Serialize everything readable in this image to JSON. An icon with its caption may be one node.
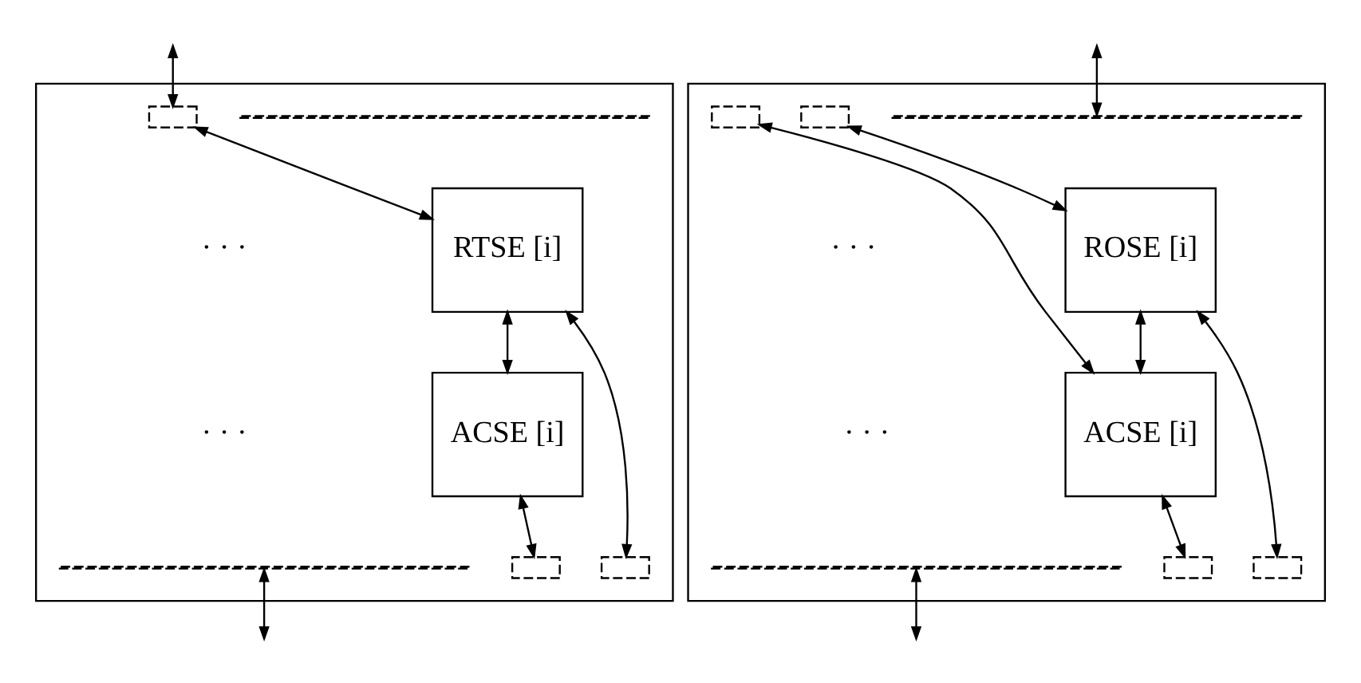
{
  "diagram": {
    "nodes": [
      {
        "text": [],
        "shape": "box"
      },
      {
        "text": [],
        "shape": "bar",
        "in": 0
      },
      {
        "text": [],
        "shape": "box",
        "in": 0
      },
      {
        "text": [
          "RTSE [i]"
        ],
        "in": 0
      },
      {
        "text": [
          "ACSE [i]"
        ],
        "in": 0
      },
      {
        "text": [],
        "shape": "bar",
        "in": 0
      },
      {
        "text": [],
        "shape": "box",
        "in": 0
      },
      {
        "text": [],
        "shape": "box",
        "in": 0
      },
      {
        "text": [],
        "shape": "box"
      },
      {
        "text": [],
        "shape": "bar",
        "in": 8
      },
      {
        "text": [],
        "shape": "box",
        "in": 8
      },
      {
        "text": [],
        "shape": "box",
        "in": 8
      },
      {
        "text": [
          "ROSE [i]"
        ],
        "in": 8
      },
      {
        "text": [
          "ACSE [i]"
        ],
        "in": 8
      },
      {
        "text": [],
        "shape": "bar",
        "in": 8
      },
      {
        "text": [],
        "shape": "box",
        "in": 8
      },
      {
        "text": [],
        "shape": "box",
        "in": 8
      }
    ],
    "edges": [
      {
        "from": null,
        "to": 2,
        "arrow": "both"
      },
      {
        "from": 2,
        "to": 3,
        "arrow": "both"
      },
      {
        "from": 6,
        "to": 3,
        "arrow": "both"
      },
      {
        "from": 3,
        "to": 4,
        "arrow": "both"
      },
      {
        "from": 4,
        "to": 7,
        "arrow": "both"
      },
      {
        "from": 5,
        "to": null,
        "arrow": "both"
      },
      {
        "from": null,
        "to": 9,
        "arrow": "both"
      },
      {
        "from": 10,
        "to": 12,
        "arrow": "both"
      },
      {
        "from": 11,
        "to": 13,
        "arrow": "both"
      },
      {
        "from": 12,
        "to": 13,
        "arrow": "both"
      },
      {
        "from": 12,
        "to": 15,
        "arrow": "both"
      },
      {
        "from": 13,
        "to": 16,
        "arrow": "both"
      },
      {
        "from": 14,
        "to": null,
        "arrow": "both"
      }
    ],
    "labels": [
      "· · ·",
      "· · ·",
      "· · ·",
      "· · ·"
    ]
  }
}
